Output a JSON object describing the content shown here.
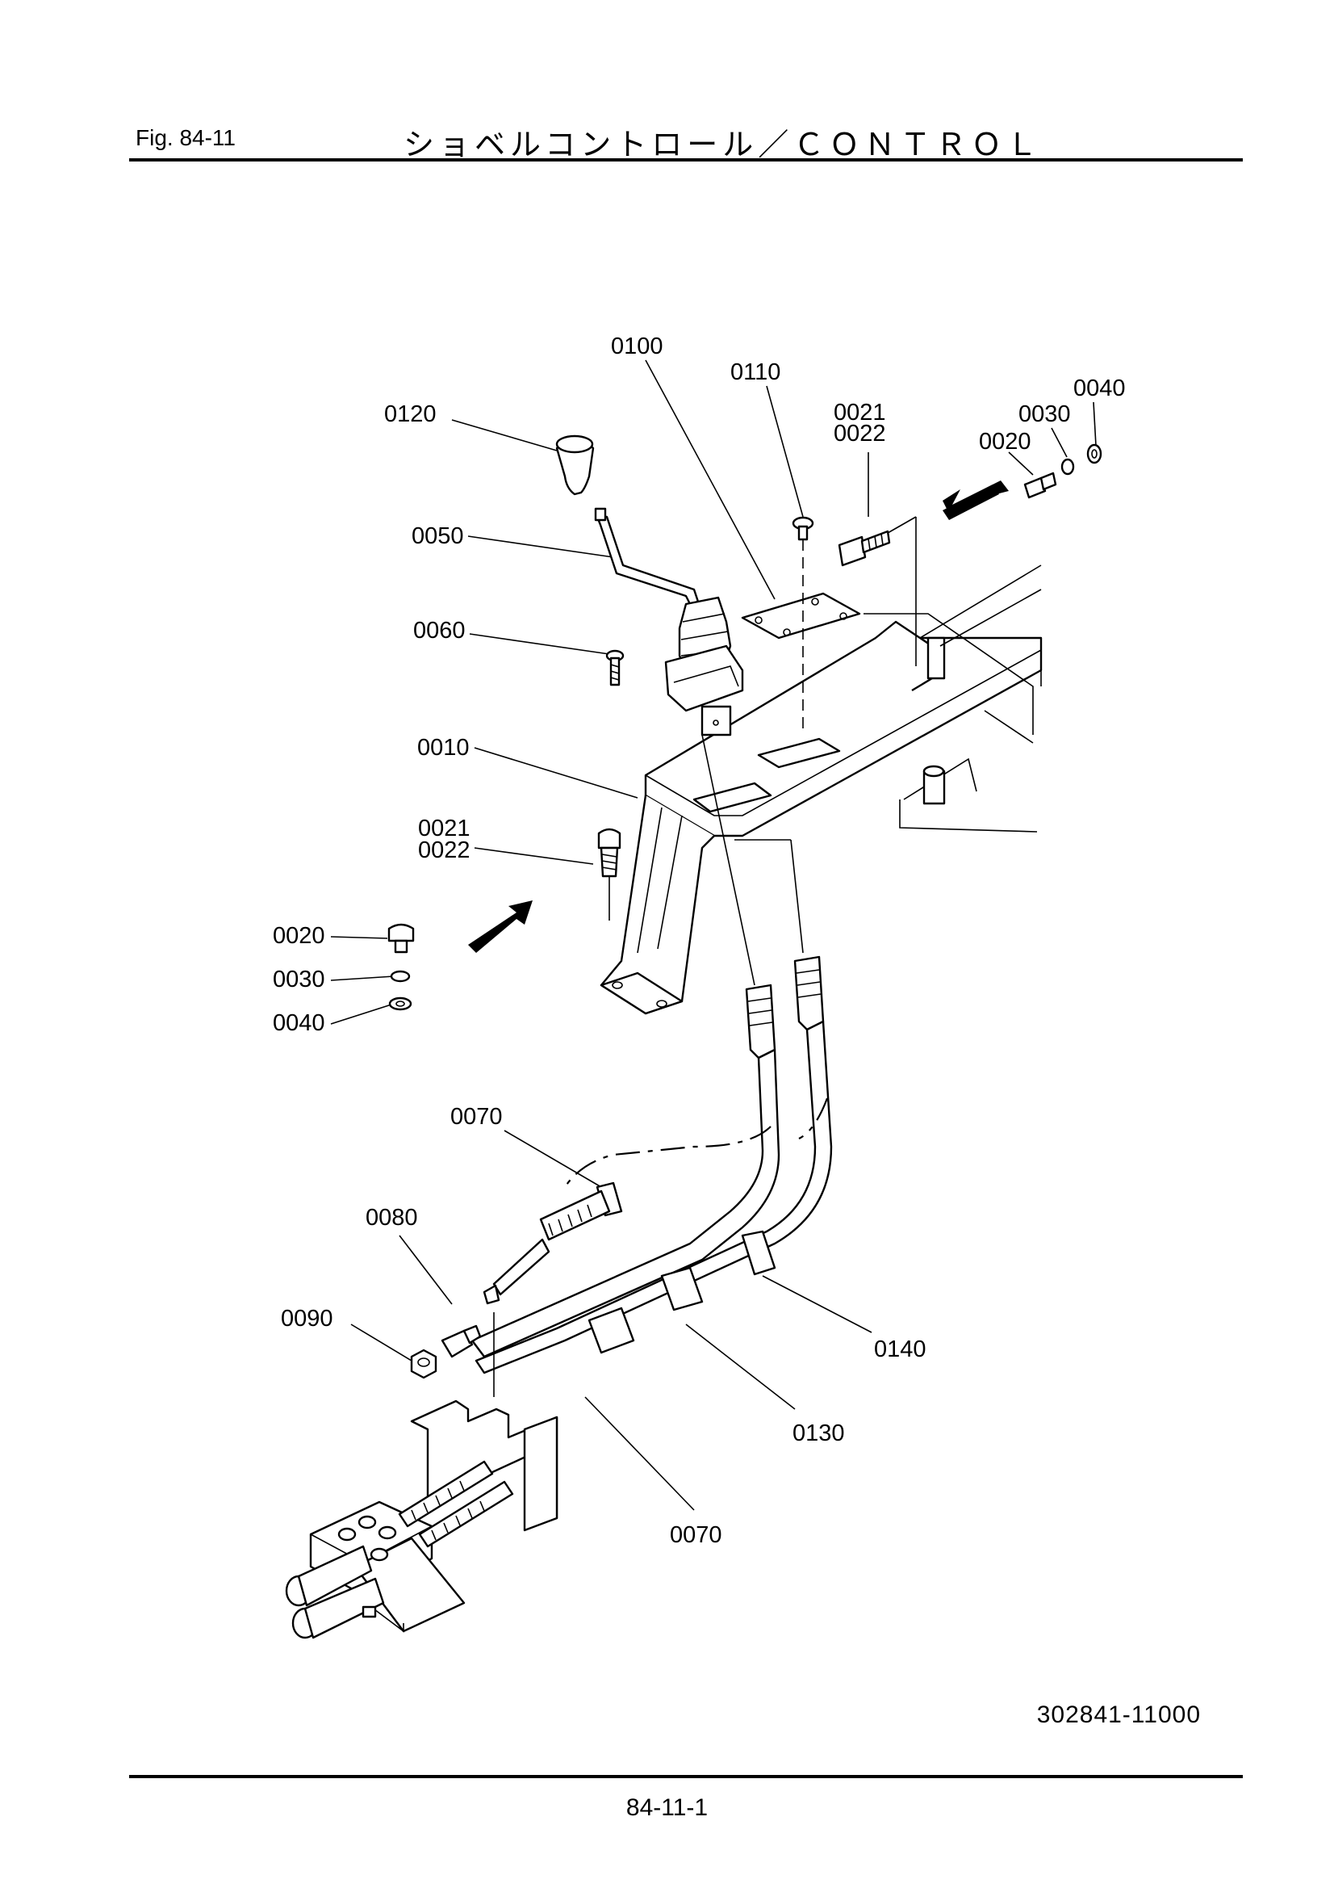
{
  "header": {
    "fig_label": "Fig.  84-11",
    "title": "ショベルコントロール／ＣＯＮＴＲＯＬ"
  },
  "callouts": {
    "c0100": "0100",
    "c0110": "0110",
    "c0120": "0120",
    "c0021_top": "0021",
    "c0022_top": "0022",
    "c0040_top": "0040",
    "c0030_top": "0030",
    "c0020_top": "0020",
    "c0050": "0050",
    "c0060": "0060",
    "c0010": "0010",
    "c0021_mid": "0021",
    "c0022_mid": "0022",
    "c0020_left": "0020",
    "c0030_left": "0030",
    "c0040_left": "0040",
    "c0070_top": "0070",
    "c0080": "0080",
    "c0090": "0090",
    "c0140": "0140",
    "c0130": "0130",
    "c0070_bot": "0070"
  },
  "drawing_number": "302841-11000",
  "footer": {
    "page": "84-11-1"
  }
}
